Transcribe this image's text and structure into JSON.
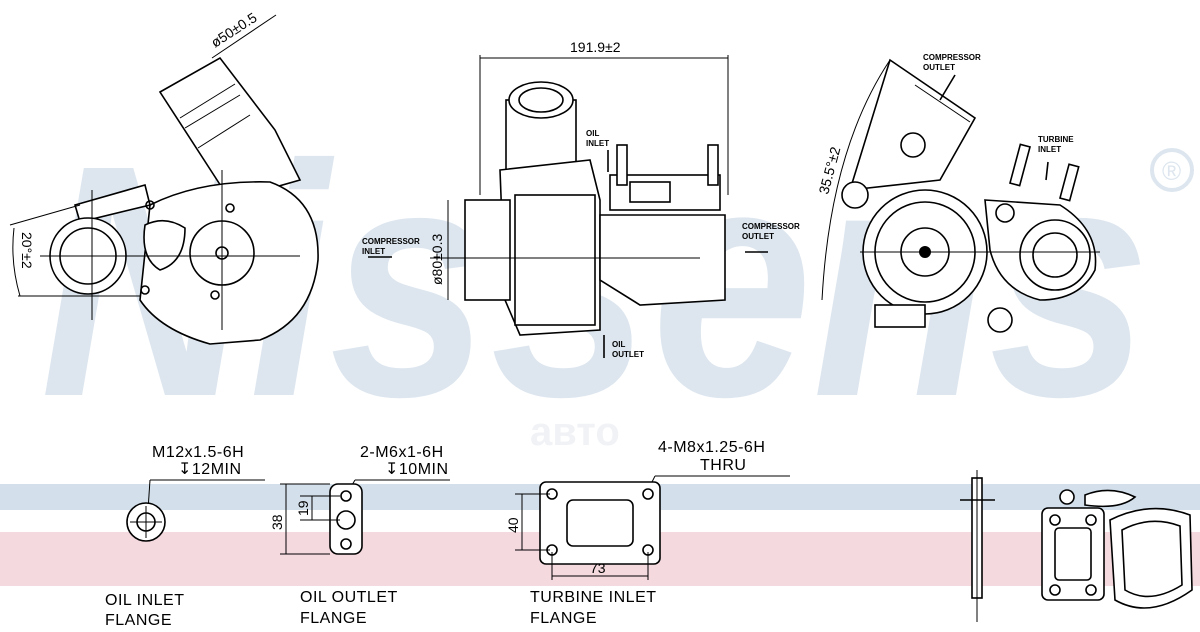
{
  "watermark": {
    "brand": "Nissens",
    "registered": "®",
    "overlay_logo": "авто"
  },
  "colors": {
    "watermark": "#dde6ef",
    "band_blue": "#d3e0ec",
    "band_pink": "#f4d9df",
    "line": "#000000"
  },
  "views": {
    "left": {
      "dim_diameter": "ø50±0.5",
      "dim_angle": "20°±2"
    },
    "center": {
      "dim_length": "191.9±2",
      "dim_diameter": "ø80±0.3",
      "compressor_inlet": [
        "COMPRESSOR",
        "INLET"
      ],
      "oil_inlet": [
        "OIL",
        "INLET"
      ],
      "compressor_outlet": [
        "COMPRESSOR",
        "OUTLET"
      ],
      "oil_outlet": [
        "OIL",
        "OUTLET"
      ]
    },
    "right": {
      "dim_angle": "35.5°±2",
      "compressor_outlet": [
        "COMPRESSOR",
        "OUTLET"
      ],
      "turbine_inlet": [
        "TURBINE",
        "INLET"
      ]
    }
  },
  "flanges": {
    "oil_inlet": {
      "thread": "M12x1.5-6H",
      "depth": "↧12MIN",
      "title": [
        "OIL INLET",
        "FLANGE"
      ]
    },
    "oil_outlet": {
      "thread": "2-M6x1-6H",
      "depth": "↧10MIN",
      "dim_height": "38",
      "dim_spacing": "19",
      "title": [
        "OIL OUTLET",
        "FLANGE"
      ]
    },
    "turbine_inlet": {
      "thread": "4-M8x1.25-6H",
      "depth": "THRU",
      "dim_height": "40",
      "dim_width": "73",
      "title": [
        "TURBINE INLET",
        "FLANGE"
      ]
    }
  }
}
